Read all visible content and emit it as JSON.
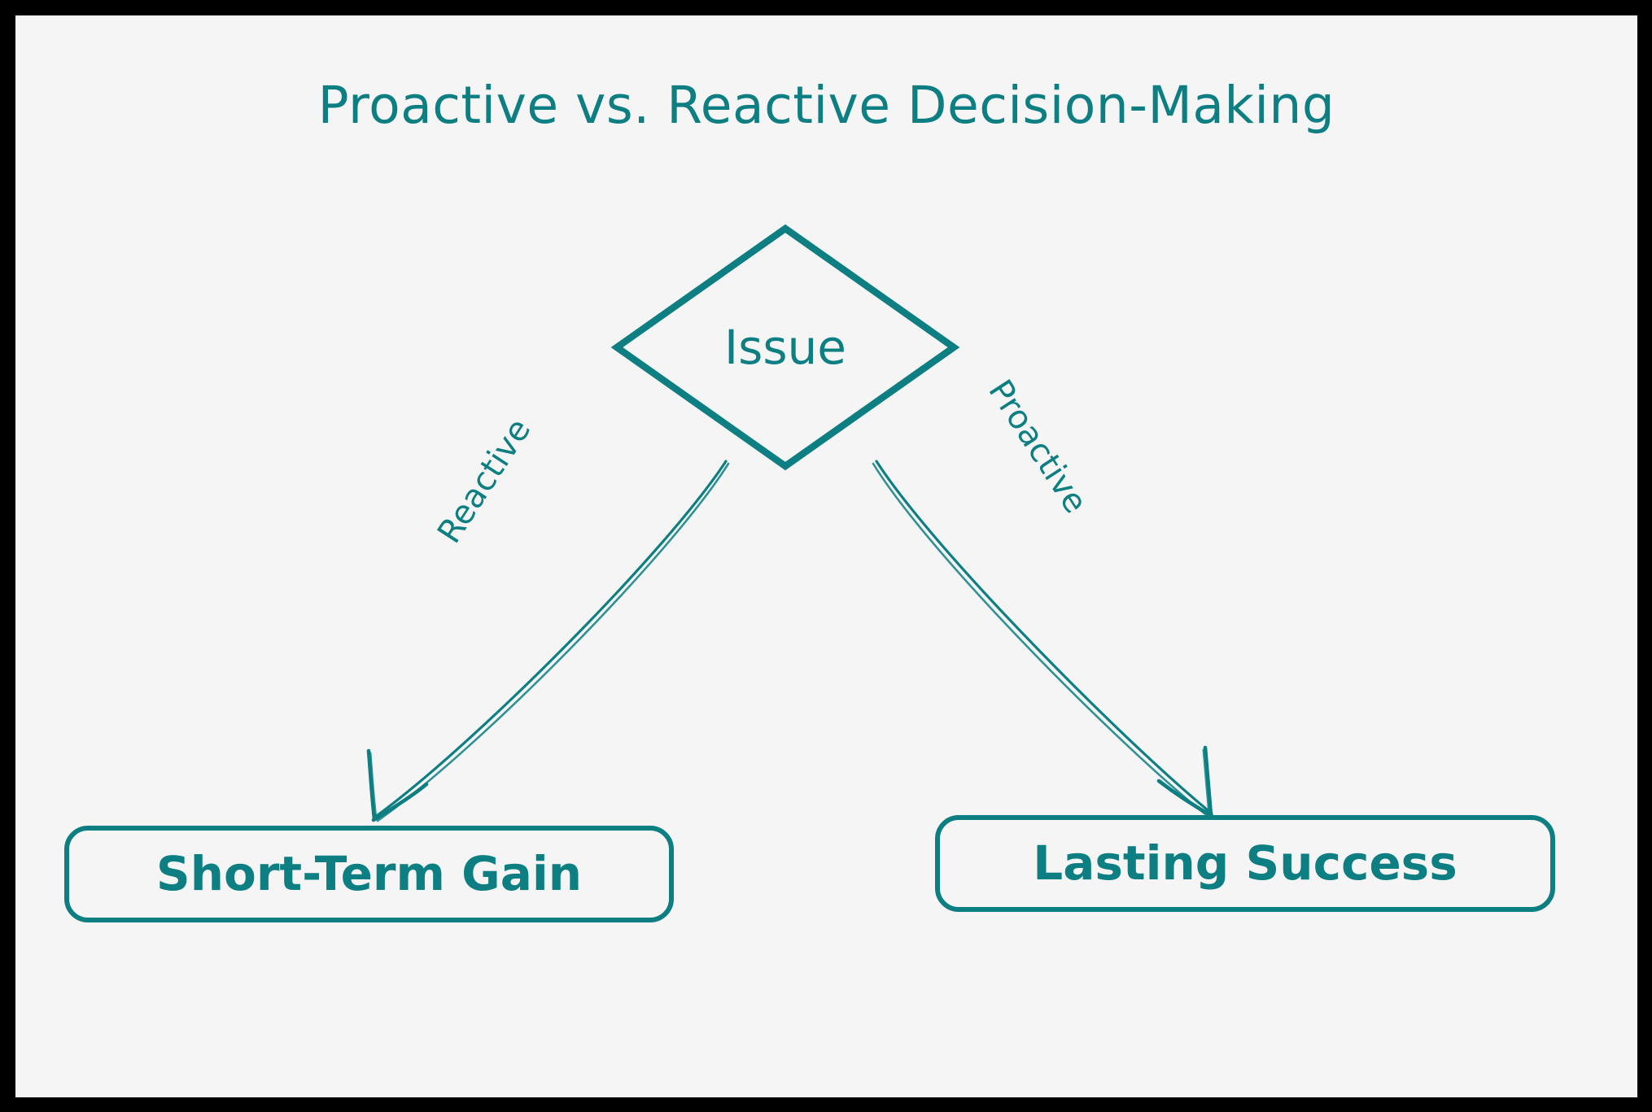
{
  "theme": {
    "background_outer": "#000000",
    "background_canvas": "#f5f5f5",
    "accent": "#0d7f82",
    "stroke_node": "#0d7f82",
    "stroke_edge": "#0d7f82"
  },
  "diagram": {
    "title": "Proactive vs. Reactive Decision-Making",
    "type": "flowchart",
    "nodes": [
      {
        "id": "issue",
        "label": "Issue",
        "shape": "diamond"
      },
      {
        "id": "short-term-gain",
        "label": "Short-Term Gain",
        "shape": "rounded-rect"
      },
      {
        "id": "lasting-success",
        "label": "Lasting Success",
        "shape": "rounded-rect"
      }
    ],
    "edges": [
      {
        "id": "edge-reactive",
        "label": "Reactive",
        "from": "issue",
        "to": "short-term-gain",
        "arrow": "single"
      },
      {
        "id": "edge-proactive",
        "label": "Proactive",
        "from": "issue",
        "to": "lasting-success",
        "arrow": "single"
      }
    ]
  }
}
